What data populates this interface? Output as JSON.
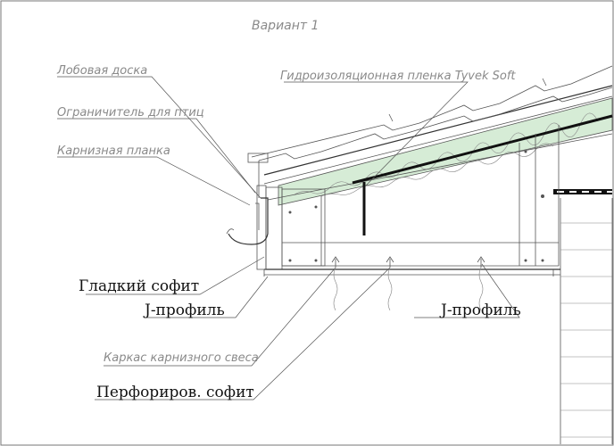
{
  "title": "Вариант 1",
  "labels": {
    "fascia_board": "Лобовая доска",
    "bird_stop": "Ограничитель для птиц",
    "eaves_strip": "Карнизная планка",
    "membrane": "Гидроизоляционная пленка Tyvek Soft",
    "smooth_soffit": "Гладкий софит",
    "j_profile_left": "J-профиль",
    "j_profile_right": "J-профиль",
    "overhang_frame": "Каркас карнизного свеса",
    "perforated_soffit": "Перфориров. софит"
  },
  "colors": {
    "insulation_fill": "#d6ecd6",
    "line": "#555555",
    "label_gray": "#8a8a8a",
    "label_black": "#111111"
  }
}
